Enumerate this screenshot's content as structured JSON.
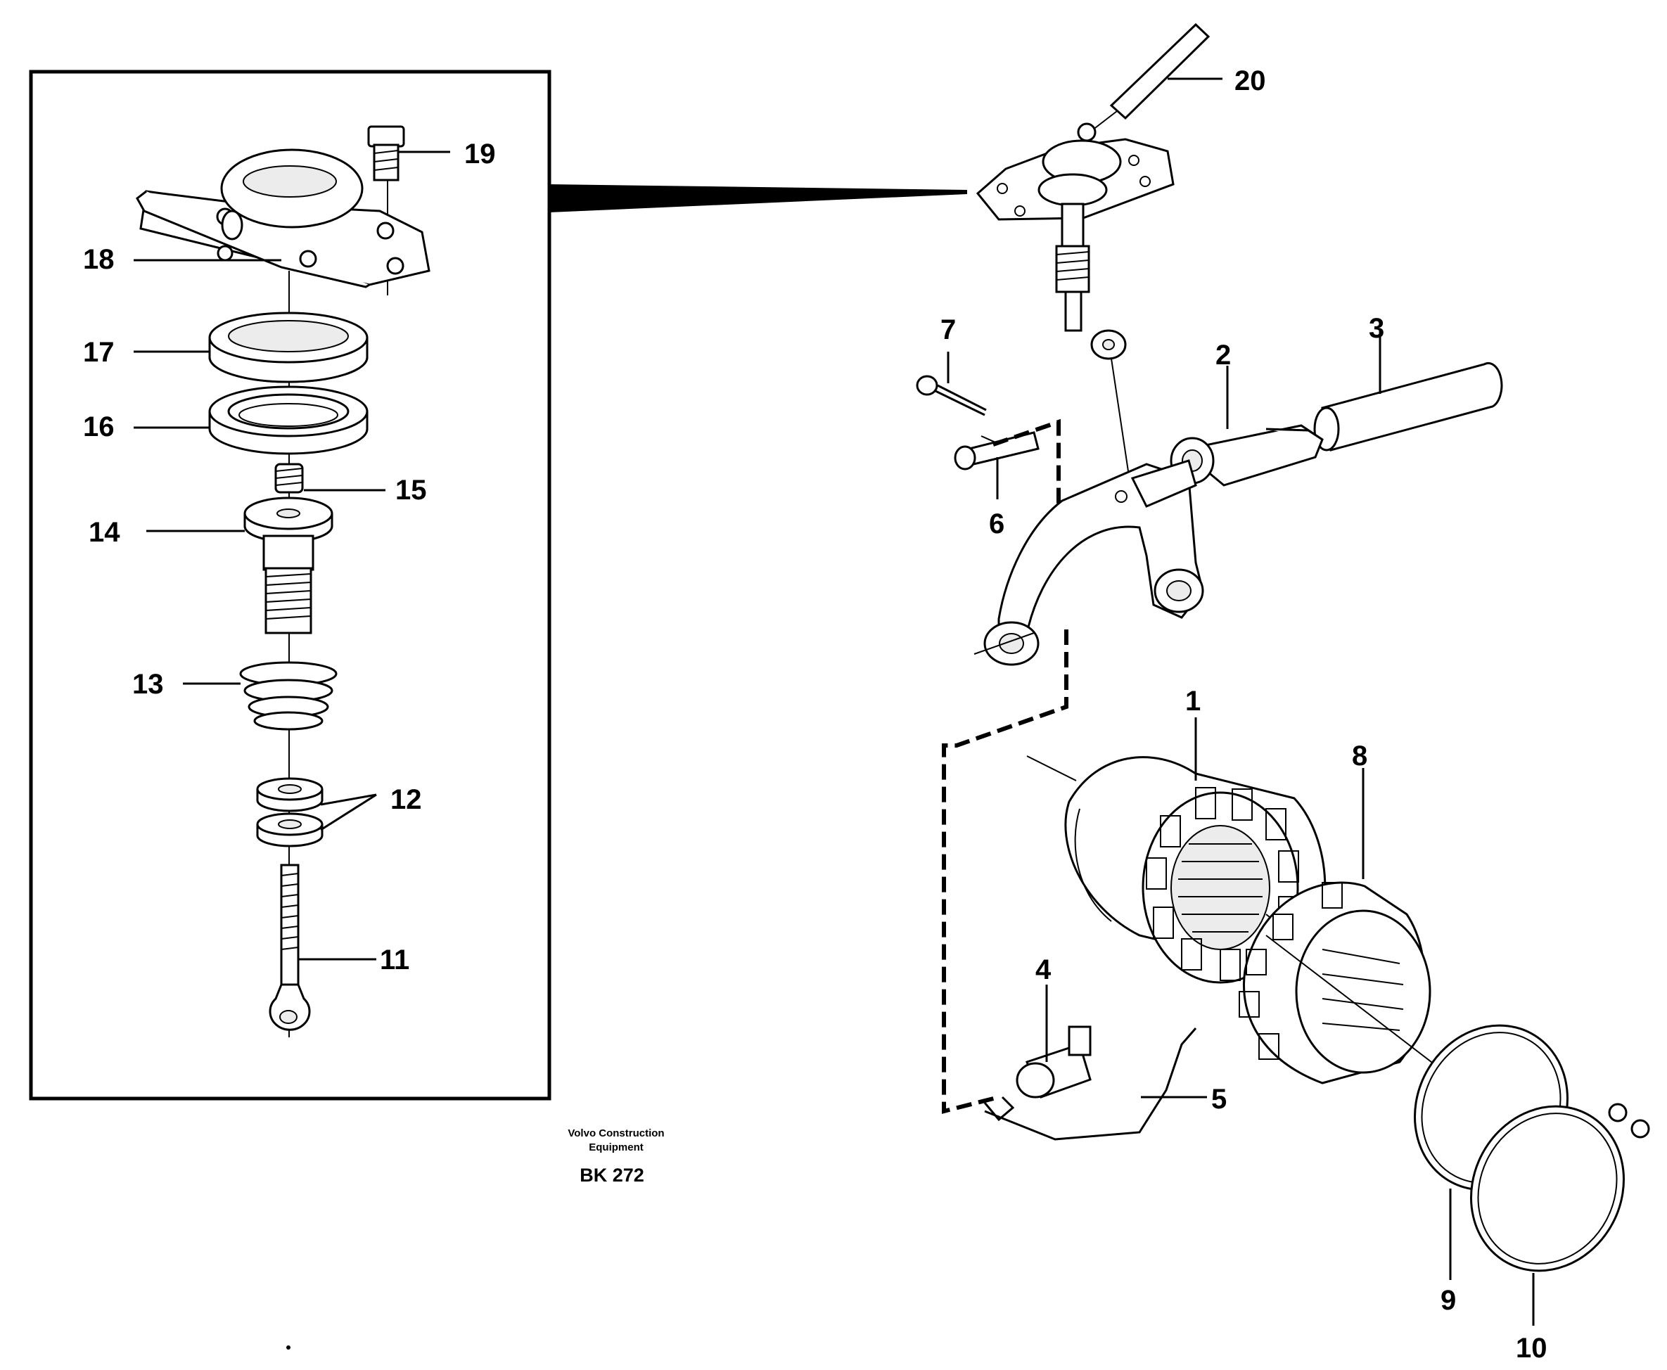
{
  "caption": {
    "company": "Volvo Construction",
    "company_line2": "Equipment",
    "code": "BK 272"
  },
  "callouts": {
    "c1": "1",
    "c2": "2",
    "c3": "3",
    "c4": "4",
    "c5": "5",
    "c6": "6",
    "c7": "7",
    "c8": "8",
    "c9": "9",
    "c10": "10",
    "c11": "11",
    "c12": "12",
    "c13": "13",
    "c14": "14",
    "c15": "15",
    "c16": "16",
    "c17": "17",
    "c18": "18",
    "c19": "19",
    "c20": "20"
  }
}
